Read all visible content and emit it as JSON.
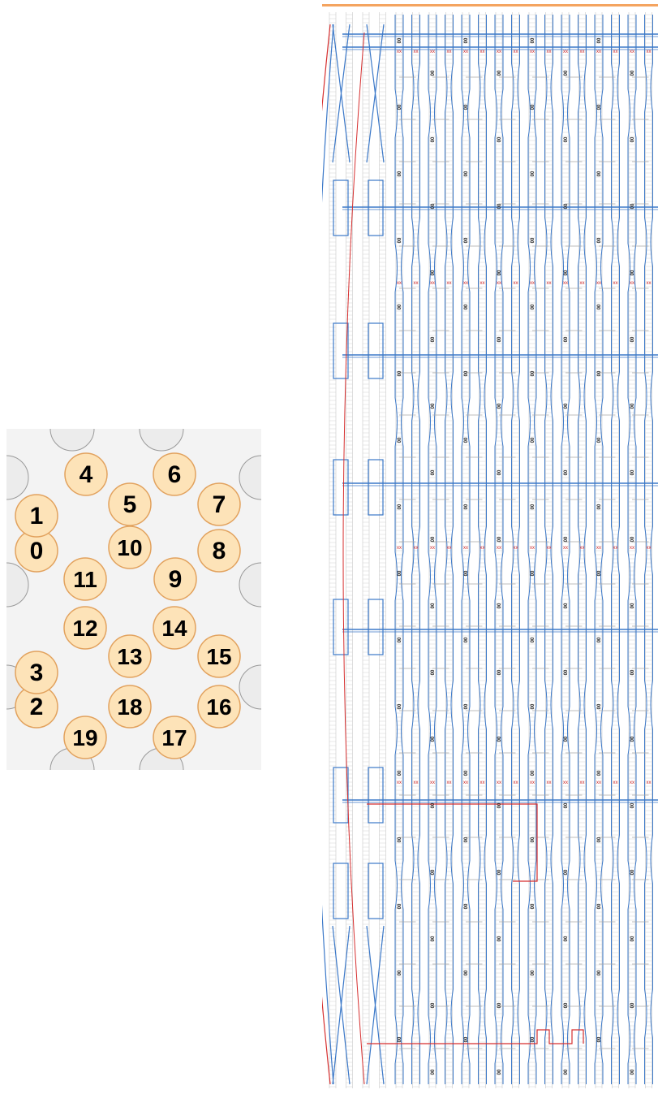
{
  "lattice": {
    "background_color": "#f3f3f3",
    "outer_circle_fill": "#ececec",
    "outer_circle_stroke": "#9a9a9a",
    "node_fill": "#fde3b8",
    "node_stroke": "#e2a25e",
    "nodes": [
      {
        "label": "0"
      },
      {
        "label": "1"
      },
      {
        "label": "2"
      },
      {
        "label": "3"
      },
      {
        "label": "4"
      },
      {
        "label": "5"
      },
      {
        "label": "6"
      },
      {
        "label": "7"
      },
      {
        "label": "8"
      },
      {
        "label": "9"
      },
      {
        "label": "10"
      },
      {
        "label": "11"
      },
      {
        "label": "12"
      },
      {
        "label": "13"
      },
      {
        "label": "14"
      },
      {
        "label": "15"
      },
      {
        "label": "16"
      },
      {
        "label": "17"
      },
      {
        "label": "18"
      },
      {
        "label": "19"
      }
    ]
  },
  "schematic": {
    "top_bar_color": "#f4a460",
    "blue_color": "#3b78c8",
    "red_color": "#d62f2f",
    "gray_color": "#a8a8a8",
    "tick_color": "#c9c9c9",
    "label_color": "#222222",
    "rail_labels": [
      "0",
      "0"
    ],
    "gate_marker": "xx"
  }
}
